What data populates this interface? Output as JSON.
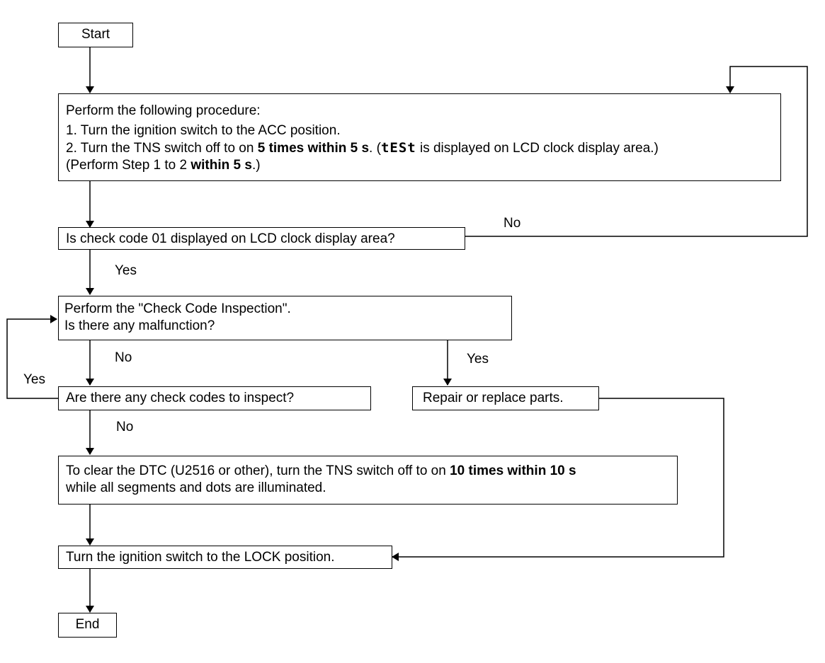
{
  "start": {
    "text": "Start"
  },
  "procedure": {
    "heading": "Perform the following procedure:",
    "step1": "1. Turn the ignition switch to the ACC position.",
    "step2_a": "2. Turn the TNS switch off to on ",
    "step2_bold": "5 times within 5 s",
    "step2_b": ". (",
    "step2_symbol": "tESt",
    "step2_c": " is displayed on LCD clock display area.)",
    "step3_a": "(Perform Step 1 to 2 ",
    "step3_bold": "within 5 s",
    "step3_b": ".)"
  },
  "check_code": {
    "text": "Is check code 01 displayed on LCD clock display area?"
  },
  "inspection": {
    "line1": "Perform the \"Check Code Inspection\".",
    "line2": "Is there any malfunction?"
  },
  "more_codes": {
    "text": "Are there any check codes to inspect?"
  },
  "repair": {
    "text": "Repair or replace parts."
  },
  "clear_dtc": {
    "line1_a": "To clear the DTC (U2516 or other), turn the TNS switch off to on ",
    "line1_bold": "10 times within 10 s",
    "line2": "while all segments and dots are illuminated."
  },
  "lock": {
    "text": "Turn the ignition switch to the LOCK position."
  },
  "end": {
    "text": "End"
  },
  "labels": {
    "no_check_code": "No",
    "yes_check_code": "Yes",
    "no_malfunction": "No",
    "yes_malfunction": "Yes",
    "yes_more_codes": "Yes",
    "no_more_codes": "No"
  }
}
